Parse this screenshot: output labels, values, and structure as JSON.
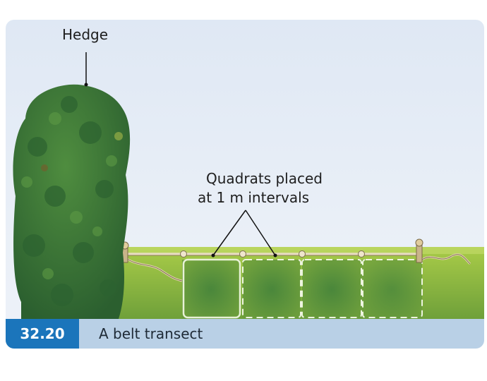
{
  "labels": {
    "hedge": "Hedge",
    "quadrats_line1": "Quadrats placed",
    "quadrats_line2": "at 1 m intervals"
  },
  "caption": {
    "figure_number": "32.20",
    "title": "A belt transect"
  },
  "colors": {
    "caption_number_bg": "#1b75bb",
    "caption_bar_bg": "#b9d0e6",
    "grass": "#8fb83a",
    "hedge": "#3e7a3b"
  }
}
